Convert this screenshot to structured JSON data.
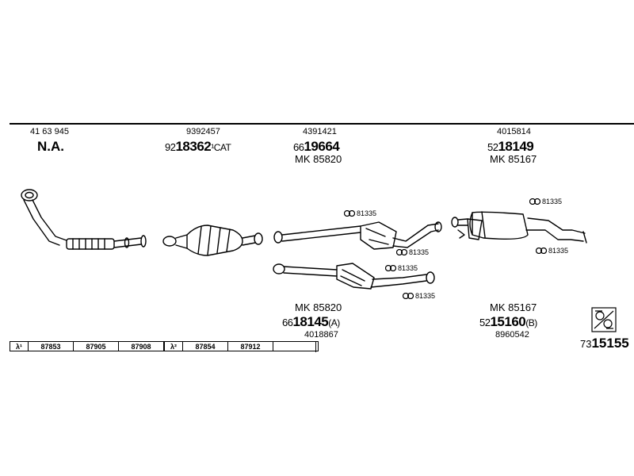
{
  "top_group_1": {
    "partno": "41 63 945",
    "code": "N.A."
  },
  "top_group_2": {
    "partno": "9392457",
    "prefix": "92",
    "code": "18362",
    "suffix": "¹CAT"
  },
  "top_group_3": {
    "partno": "4391421",
    "prefix": "66",
    "code": "19664",
    "mk": "MK  85820"
  },
  "top_group_4": {
    "partno": "4015814",
    "prefix": "52",
    "code": "18149",
    "mk": "MK  85167"
  },
  "bottom_group_1": {
    "mk": "MK  85820",
    "prefix": "66",
    "code": "18145",
    "suffix": "(A)",
    "partno": "4018867"
  },
  "bottom_group_2": {
    "mk": "MK  85167",
    "prefix": "52",
    "code": "15160",
    "suffix": "(B)",
    "partno": "8960542"
  },
  "clamp_refs": [
    "81335",
    "81335",
    "81335",
    "81335",
    "81335",
    "81335"
  ],
  "lambda_table_1": {
    "label": "λ¹",
    "cells": [
      "87853",
      "87905",
      "87908"
    ]
  },
  "lambda_table_2": {
    "label": "λ²",
    "cells": [
      "87854",
      "87912",
      ""
    ]
  },
  "final_code": {
    "prefix": "73",
    "code": "15155"
  }
}
